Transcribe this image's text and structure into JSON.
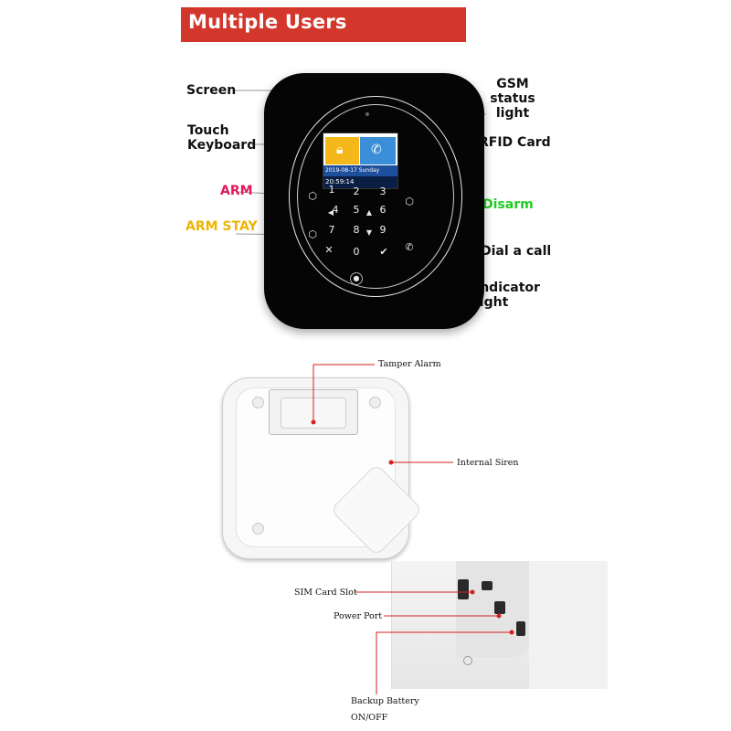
{
  "banner": {
    "title": "Multiple Users",
    "color": "#d3362b"
  },
  "labels": {
    "screen": "Screen",
    "touch_keyboard_1": "Touch",
    "touch_keyboard_2": "Keyboard",
    "arm": "ARM",
    "arm_stay": "ARM STAY",
    "gsm_1": "GSM",
    "gsm_2": "status",
    "gsm_3": "light",
    "rfid": "RFID Card",
    "disarm": "Disarm",
    "dial": "Dial a call",
    "indicator_1": "Indicator",
    "indicator_2": "light"
  },
  "screen": {
    "date": "2019-08-17 Sunday",
    "time": "20:59:14"
  },
  "keys": [
    "1",
    "2",
    "3",
    "4",
    "5",
    "6",
    "7",
    "8",
    "9",
    "0"
  ],
  "base_labels": {
    "tamper": "Tamper Alarm",
    "siren": "Internal Siren",
    "sim": "SIM Card Slot",
    "power": "Power Port",
    "battery_1": "Backup Battery",
    "battery_2": "ON/OFF"
  },
  "colors": {
    "arm": "#e0195f",
    "arm_stay": "#f0b400",
    "disarm": "#22cc22",
    "pointer": "#d62020"
  }
}
